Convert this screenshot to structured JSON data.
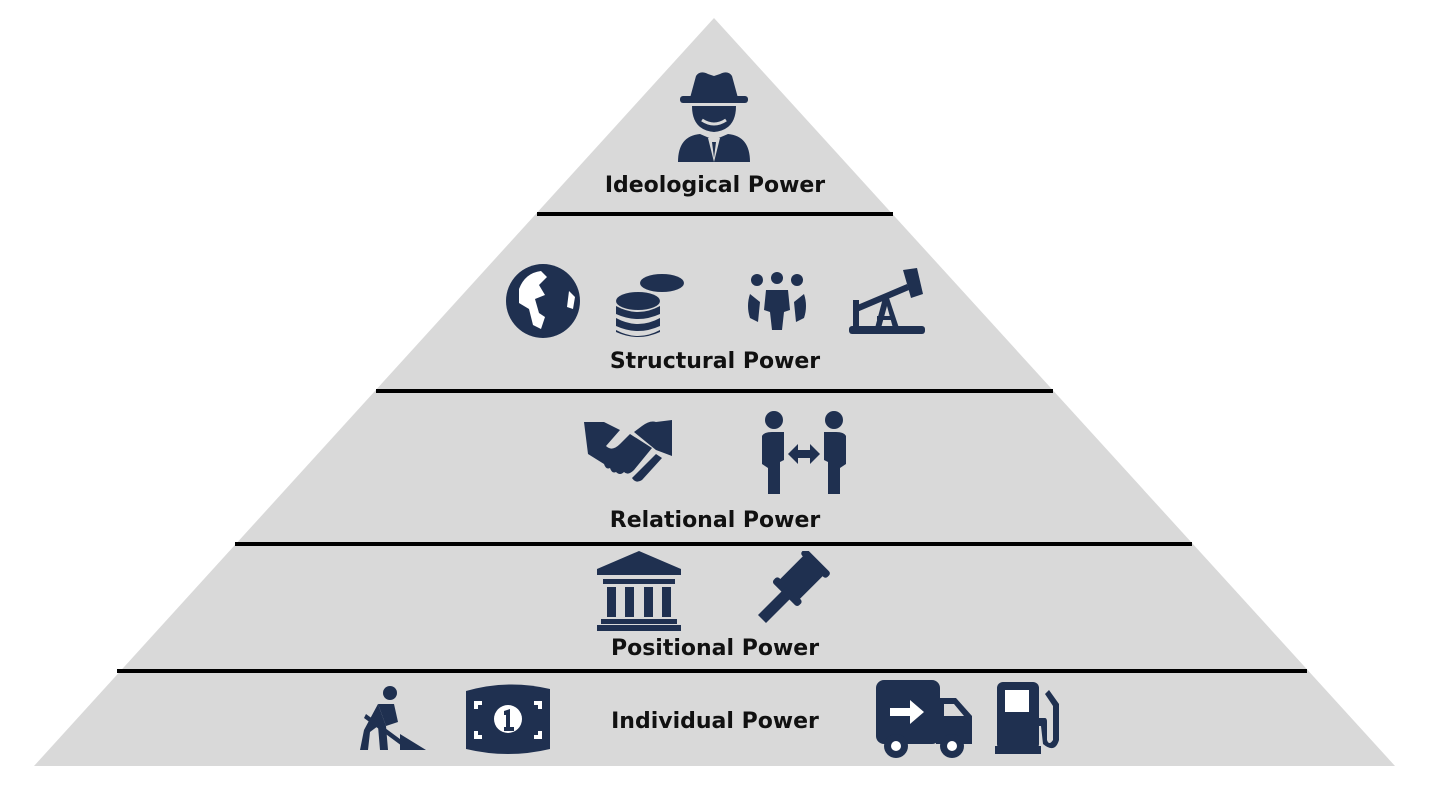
{
  "diagram": {
    "title": "Power pyramid",
    "colors": {
      "fill": "#d9d9d9",
      "icon": "#1f3050",
      "divider": "#000000",
      "text": "#111111"
    },
    "levels": [
      {
        "label": "Ideological Power",
        "icons": [
          "spy-icon"
        ]
      },
      {
        "label": "Structural Power",
        "icons": [
          "globe-icon",
          "coins-icon",
          "group-icon",
          "oil-pump-icon"
        ]
      },
      {
        "label": "Relational Power",
        "icons": [
          "handshake-icon",
          "people-exchange-icon"
        ]
      },
      {
        "label": "Positional Power",
        "icons": [
          "institution-icon",
          "gavel-icon"
        ]
      },
      {
        "label": "Individual Power",
        "icons": [
          "worker-shovel-icon",
          "money-bill-icon",
          "delivery-truck-icon",
          "gas-pump-icon"
        ]
      }
    ]
  }
}
